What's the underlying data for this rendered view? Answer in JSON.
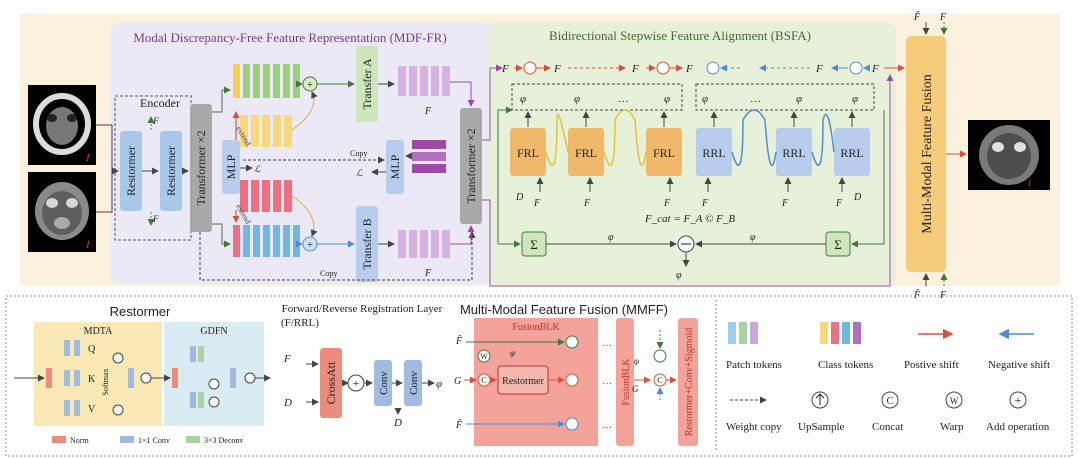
{
  "top": {
    "mdf_title": "Modal Discrepancy-Free Feature Representation (MDF-FR)",
    "bsfa_title": "Bidirectional Stepwise Feature Alignment (BSFA)",
    "encoder": "Encoder",
    "restormer": "Restormer",
    "transformer_x2": "Transformer ×2",
    "transfer_a": "Transfer A",
    "transfer_b": "Transfer B",
    "mlp": "MLP",
    "copy": "Copy",
    "extend": "extend",
    "frl": "FRL",
    "rrl": "RRL",
    "sigma": "Σ",
    "mmf": "Multi-Modal Feature Fusion",
    "concat_eq": "F_cat = F_A © F_B"
  },
  "legend": {
    "restormer_title": "Restormer",
    "mdta": "MDTA",
    "gdfn": "GDFN",
    "q": "Q",
    "k": "K",
    "v": "V",
    "softmax": "Softmax",
    "norm": "Norm",
    "conv1": "1×1 Conv",
    "deconv3": "3×3 Deconv",
    "frl_title": "Forward/Reverse Registration Layer",
    "frl_sub": "(F/RRL)",
    "crossatt": "CrossAtt",
    "conv": "Conv",
    "mmff_title": "Multi-Modal Feature Fusion (MMFF)",
    "fusionblk": "FusionBLK",
    "head": "Restormer+Conv+Sigmoid",
    "patch_tokens": "Patch tokens",
    "class_tokens": "Class tokens",
    "positive_shift": "Postive shift",
    "negative_shift": "Negative shift",
    "weight_copy": "Weight copy",
    "upsample": "UpSample",
    "concat": "Concat",
    "warp": "Warp",
    "add": "Add operation"
  },
  "colors": {
    "mdf_bg": "#ece9f6",
    "bsfa_bg": "#e7f1da",
    "top_bg": "#fbf1dc",
    "frl": "#f0b86a",
    "rrl": "#b8cdee",
    "positive": "#e9745a",
    "negative": "#6fa2d8"
  }
}
